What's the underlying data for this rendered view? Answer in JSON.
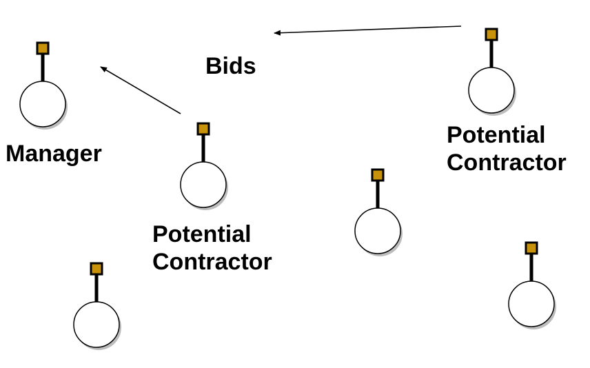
{
  "labels": {
    "manager": "Manager",
    "bids": "Bids",
    "contractor_left": {
      "line1": "Potential",
      "line2": "Contractor"
    },
    "contractor_right": {
      "line1": "Potential",
      "line2": "Contractor"
    }
  },
  "colors": {
    "antenna_tip": "#C8920A",
    "stroke": "#000000",
    "node_fill": "#FFFFFF",
    "shadow": "#BDBDBD"
  }
}
